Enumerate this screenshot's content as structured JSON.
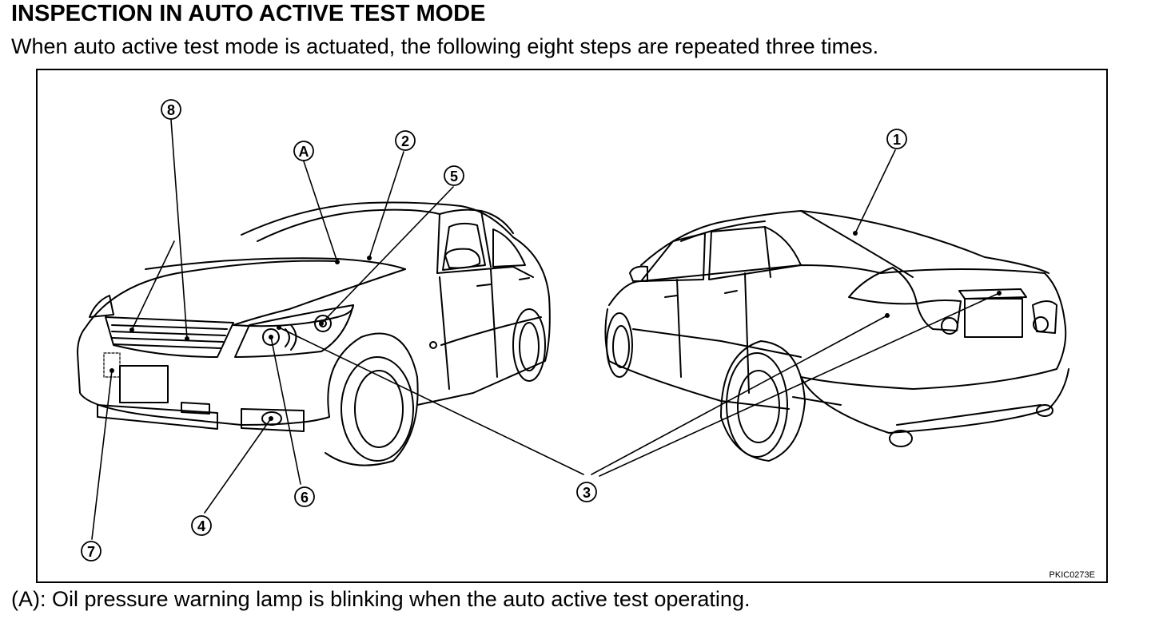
{
  "heading": "INSPECTION IN AUTO ACTIVE TEST MODE",
  "intro": "When auto active test mode is actuated, the following eight steps are repeated three times.",
  "figure": {
    "code": "PKIC0273E",
    "callouts": {
      "c1": "1",
      "c2": "2",
      "c3": "3",
      "c4": "4",
      "c5": "5",
      "c6": "6",
      "c7": "7",
      "c8": "8",
      "cA": "A"
    }
  },
  "note": "(A): Oil pressure warning lamp is blinking when the auto active test operating."
}
